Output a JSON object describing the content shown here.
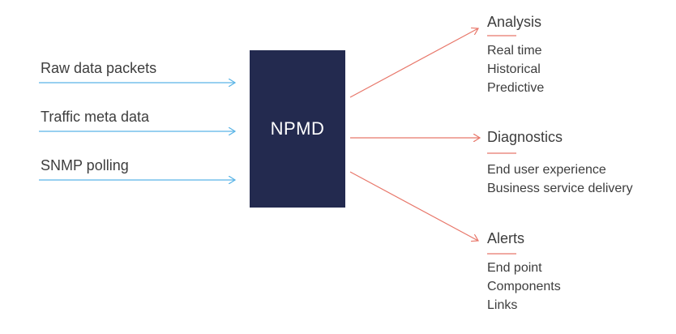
{
  "center": {
    "label": "NPMD"
  },
  "inputs": [
    {
      "label": "Raw data packets"
    },
    {
      "label": "Traffic meta data"
    },
    {
      "label": "SNMP polling"
    }
  ],
  "outputs": [
    {
      "title": "Analysis",
      "items": [
        "Real time",
        "Historical",
        "Predictive"
      ]
    },
    {
      "title": "Diagnostics",
      "items": [
        "End user experience",
        "Business service delivery"
      ]
    },
    {
      "title": "Alerts",
      "items": [
        "End point",
        "Components",
        "Links"
      ]
    }
  ],
  "colors": {
    "box": "#232a4f",
    "input_arrow": "#5ab4e6",
    "output_arrow": "#e8776a",
    "text": "#3d3d3d"
  }
}
